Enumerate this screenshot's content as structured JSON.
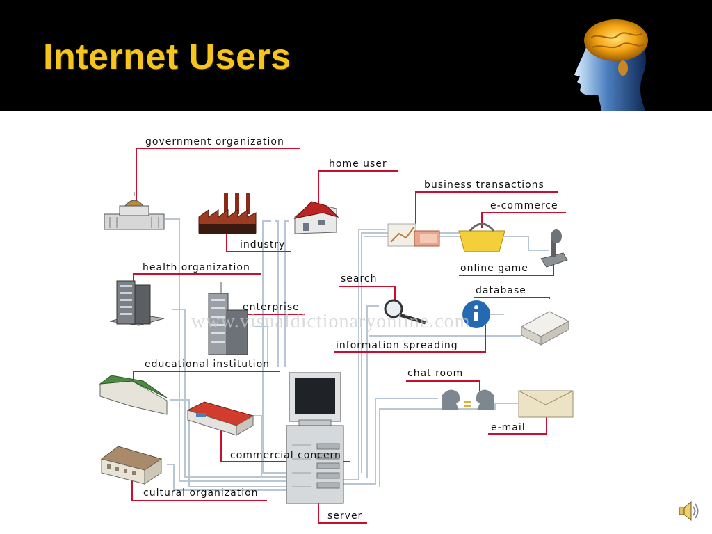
{
  "slide": {
    "title": "Internet Users"
  },
  "diagram": {
    "labels": {
      "government": "government organization",
      "home_user": "home user",
      "business": "business transactions",
      "ecommerce": "e-commerce",
      "industry": "industry",
      "health": "health organization",
      "online_game": "online game",
      "search": "search",
      "database": "database",
      "enterprise": "enterprise",
      "information": "information spreading",
      "educational": "educational institution",
      "chat": "chat room",
      "email": "e-mail",
      "commercial": "commercial concern",
      "cultural": "cultural organization",
      "server": "server"
    },
    "watermark": "www.visualdictionaryonline.com"
  },
  "colors": {
    "title": "#f6c41e",
    "leader_lines": "#c8102e",
    "network_lines": "#b9c6d3"
  }
}
